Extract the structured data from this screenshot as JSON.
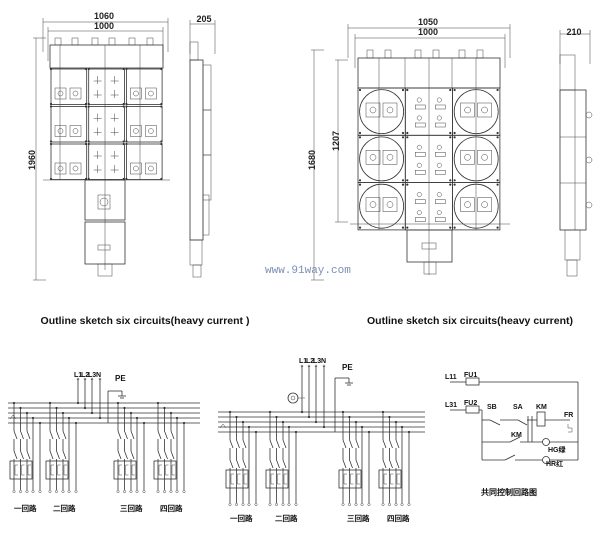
{
  "outline_left": {
    "width_outer": "1060",
    "width_inner": "1000",
    "height": "1960",
    "side_depth": "205",
    "caption": "Outline sketch six circuits(heavy current )"
  },
  "outline_right": {
    "width_outer": "1050",
    "width_inner": "1000",
    "height_inner": "1207",
    "height": "1680",
    "side_depth": "210",
    "caption": "Outline sketch six circuits(heavy current)"
  },
  "watermark": "www.91way.com",
  "circuit_left": {
    "feeds": [
      "L1",
      "L2",
      "L3",
      "N"
    ],
    "pe": "PE",
    "branches": [
      "一回路",
      "二回路",
      "三回路",
      "四回路"
    ]
  },
  "circuit_middle": {
    "feeds": [
      "L1",
      "L2",
      "L3",
      "N"
    ],
    "pe": "PE",
    "branches": [
      "一回路",
      "二回路",
      "三回路",
      "四回路"
    ]
  },
  "control_circuit": {
    "l11": "L11",
    "fu1": "FU1",
    "l31": "L31",
    "fu2": "FU2",
    "sb": "SB",
    "sa": "SA",
    "km_coil": "KM",
    "fr": "FR",
    "km_contact": "KM",
    "hg": "HG绿",
    "hr": "HR红",
    "title": "共同控制回路图"
  }
}
